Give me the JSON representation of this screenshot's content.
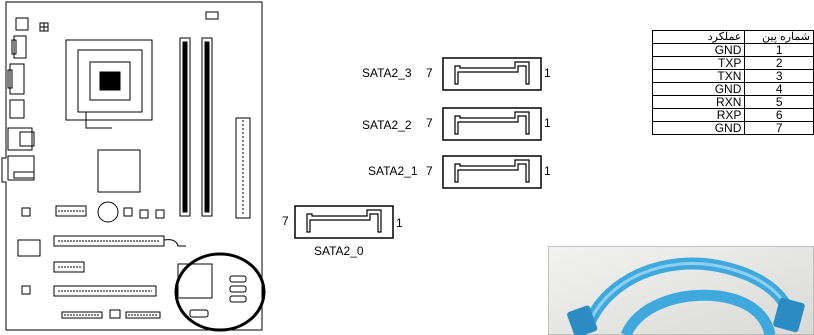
{
  "connectors": {
    "sata2_3": {
      "label": "SATA2_3",
      "pin_left": "7",
      "pin_right": "1"
    },
    "sata2_2": {
      "label": "SATA2_2",
      "pin_left": "7",
      "pin_right": "1"
    },
    "sata2_1": {
      "label": "SATA2_1",
      "pin_left": "7",
      "pin_right": "1"
    },
    "sata2_0": {
      "label": "SATA2_0",
      "pin_left": "7",
      "pin_right": "1"
    }
  },
  "pin_table": {
    "header": {
      "pin": "شماره پین",
      "function": "عملکرد"
    },
    "rows": [
      {
        "pin": "1",
        "function": "GND"
      },
      {
        "pin": "2",
        "function": "TXP"
      },
      {
        "pin": "3",
        "function": "TXN"
      },
      {
        "pin": "4",
        "function": "GND"
      },
      {
        "pin": "5",
        "function": "RXN"
      },
      {
        "pin": "6",
        "function": "RXP"
      },
      {
        "pin": "7",
        "function": "GND"
      }
    ]
  },
  "colors": {
    "line": "#000000",
    "cable": "#3fa9dd",
    "photo_bg": "#e8e8e6"
  }
}
